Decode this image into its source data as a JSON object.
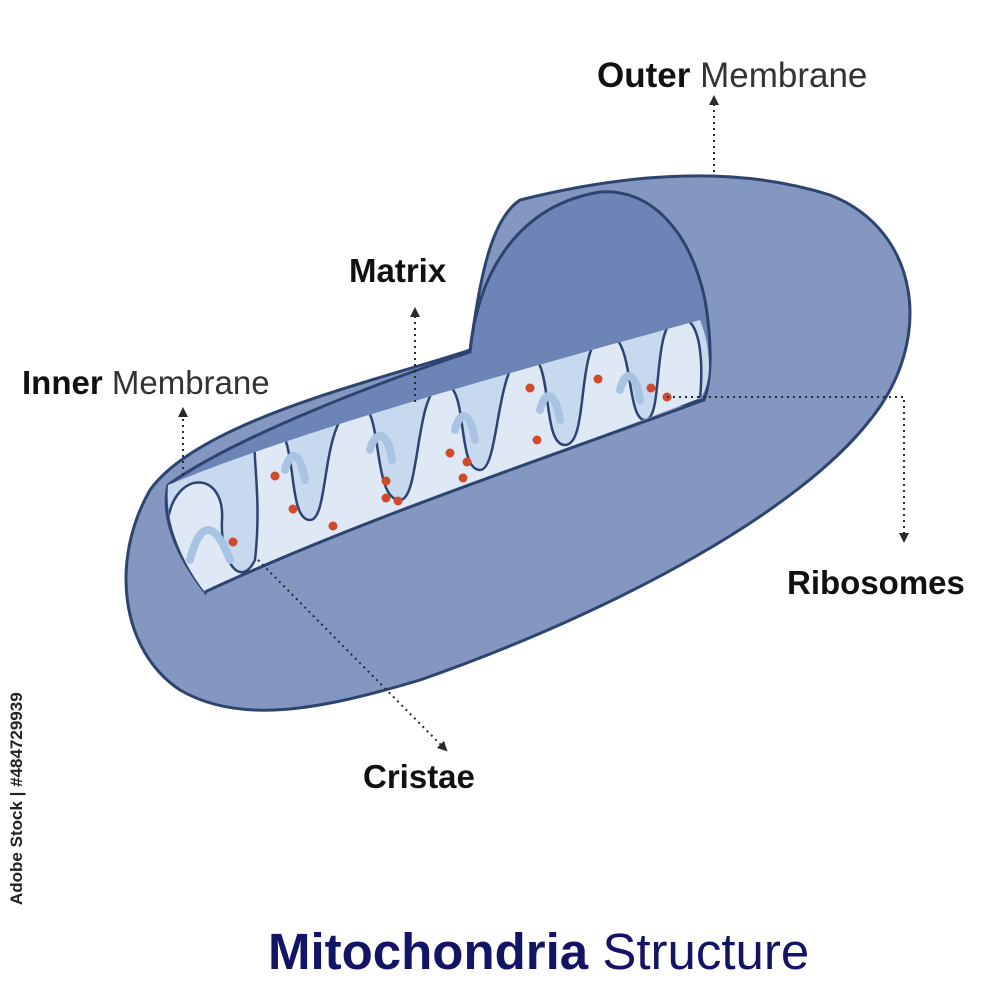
{
  "labels": {
    "outer_bold": "Outer",
    "outer_rest": "Membrane",
    "matrix": "Matrix",
    "inner_bold": "Inner",
    "inner_rest": "Membrane",
    "ribosomes": "Ribosomes",
    "cristae": "Cristae"
  },
  "title": {
    "bold": "Mitochondria",
    "rest": "Structure"
  },
  "stock_id": "Adobe Stock | #484729939",
  "colors": {
    "outer_fill": "#8497c0",
    "outer_stroke": "#2e4470",
    "inner_wall": "#6d84b6",
    "matrix_fill": "#c6d9ee",
    "cristae_fill": "#dfe9f6",
    "ribosome": "#d04a2c",
    "title": "#141467",
    "pointer": "#2a2a2a"
  }
}
